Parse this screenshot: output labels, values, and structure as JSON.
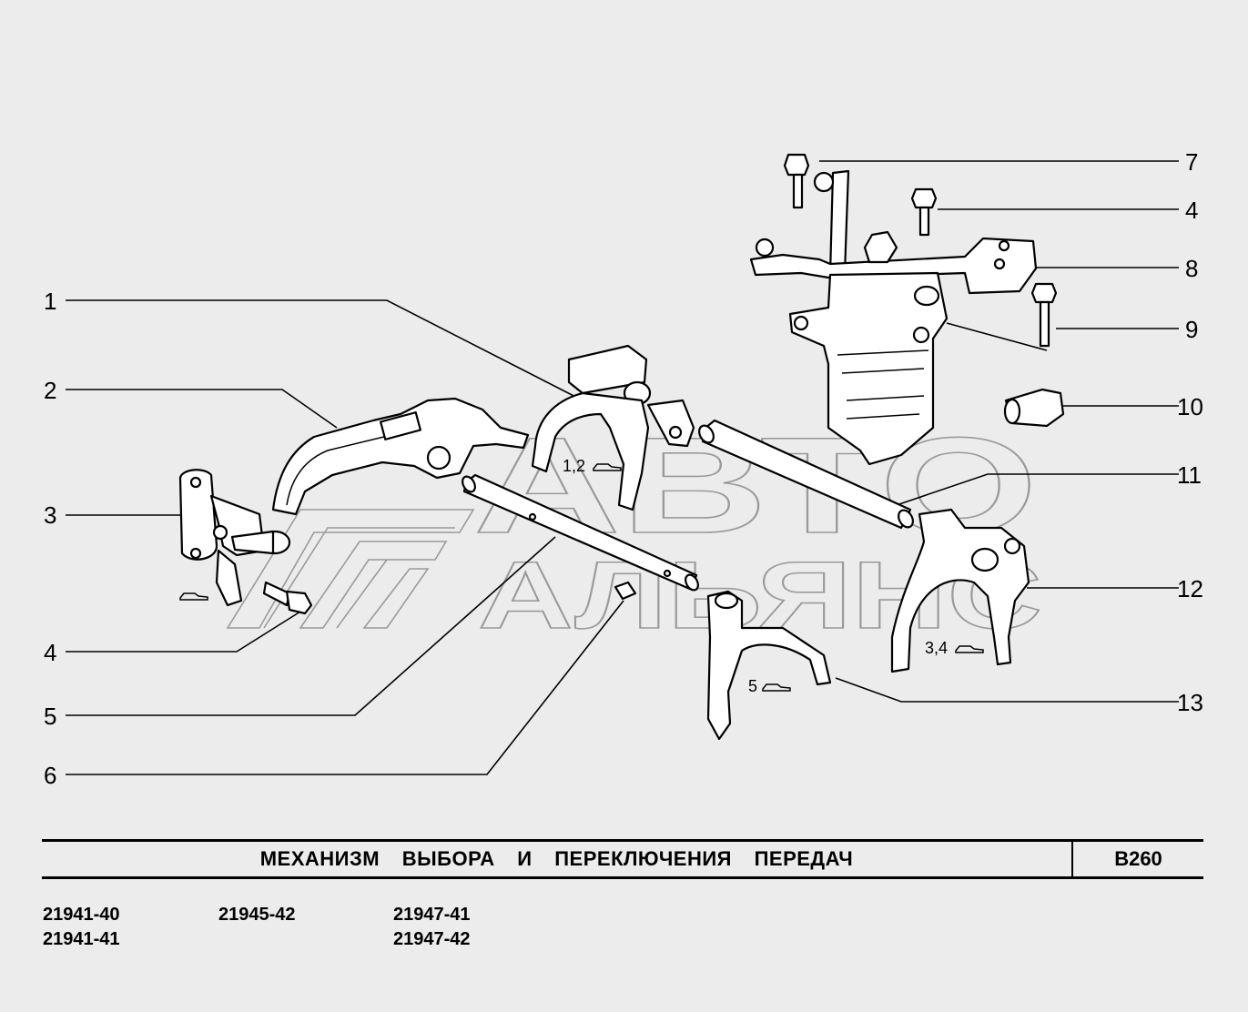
{
  "title": "МЕХАНИЗМ ВЫБОРА И ПЕРЕКЛЮЧЕНИЯ ПЕРЕДАЧ",
  "page_code": "B260",
  "watermark": {
    "line1": "АВТО",
    "line2": "АЛЬЯНС"
  },
  "models": {
    "col1": [
      "21941-40",
      "21941-41"
    ],
    "col2": [
      "21945-42"
    ],
    "col3": [
      "21947-41",
      "21947-42"
    ]
  },
  "callouts_left": [
    "1",
    "2",
    "3",
    "4",
    "5",
    "6"
  ],
  "callouts_right": [
    "7",
    "4",
    "8",
    "9",
    "10",
    "11",
    "12",
    "13"
  ],
  "variant_labels": {
    "fork_12": "1,2",
    "fork_34": "3,4",
    "fork_5": "5"
  },
  "colors": {
    "background": "#ececec",
    "line": "#000000",
    "watermark": "#9a9a9a"
  }
}
